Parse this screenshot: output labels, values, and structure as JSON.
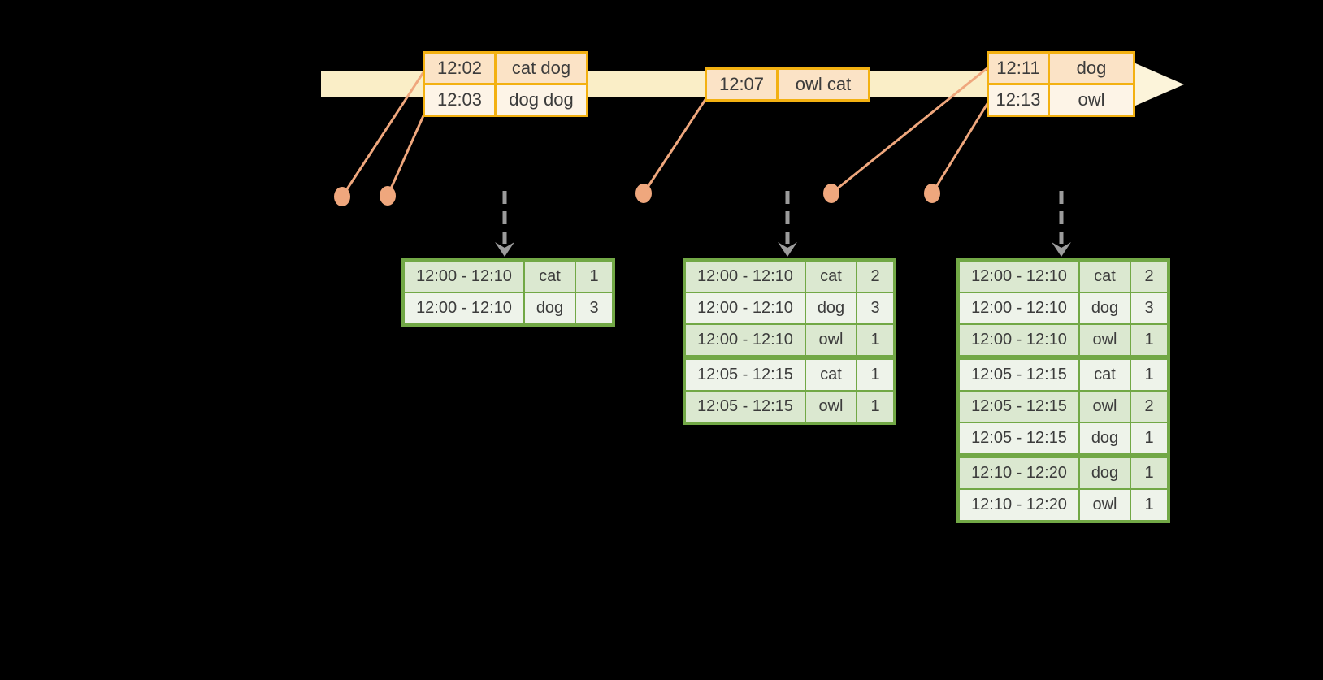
{
  "colors": {
    "background": "#000000",
    "timeline_band": "#FAEEC7",
    "timeline_arrowhead": "#FCF4DA",
    "event_border": "#F3B112",
    "event_row_dark": "#FBE3C6",
    "event_row_light": "#FDF4E7",
    "result_border": "#72A846",
    "result_row_dark": "#DBE8D0",
    "result_row_light": "#EEF3EA",
    "connector": "#EFA77D",
    "trigger_arrow": "#9C9C9C",
    "text": "#3C3C3C"
  },
  "icons": {
    "timeline_arrowhead": "right-arrow",
    "trigger_arrowhead": "down-arrow"
  },
  "event_tables": [
    {
      "name": "events-1",
      "rows": [
        {
          "time": "12:02",
          "words": "cat dog"
        },
        {
          "time": "12:03",
          "words": "dog dog"
        }
      ]
    },
    {
      "name": "events-2",
      "rows": [
        {
          "time": "12:07",
          "words": "owl cat"
        }
      ]
    },
    {
      "name": "events-3",
      "rows": [
        {
          "time": "12:11",
          "words": "dog"
        },
        {
          "time": "12:13",
          "words": "owl"
        }
      ]
    }
  ],
  "result_tables": [
    {
      "name": "result-1",
      "rows": [
        {
          "window": "12:00 - 12:10",
          "word": "cat",
          "count": "1"
        },
        {
          "window": "12:00 - 12:10",
          "word": "dog",
          "count": "3"
        }
      ]
    },
    {
      "name": "result-2",
      "rows": [
        {
          "window": "12:00 - 12:10",
          "word": "cat",
          "count": "2"
        },
        {
          "window": "12:00 - 12:10",
          "word": "dog",
          "count": "3"
        },
        {
          "window": "12:00 - 12:10",
          "word": "owl",
          "count": "1"
        },
        {
          "window": "12:05 - 12:15",
          "word": "cat",
          "count": "1"
        },
        {
          "window": "12:05 - 12:15",
          "word": "owl",
          "count": "1"
        }
      ]
    },
    {
      "name": "result-3",
      "rows": [
        {
          "window": "12:00 - 12:10",
          "word": "cat",
          "count": "2"
        },
        {
          "window": "12:00 - 12:10",
          "word": "dog",
          "count": "3"
        },
        {
          "window": "12:00 - 12:10",
          "word": "owl",
          "count": "1"
        },
        {
          "window": "12:05 - 12:15",
          "word": "cat",
          "count": "1"
        },
        {
          "window": "12:05 - 12:15",
          "word": "owl",
          "count": "2"
        },
        {
          "window": "12:05 - 12:15",
          "word": "dog",
          "count": "1"
        },
        {
          "window": "12:10 - 12:20",
          "word": "dog",
          "count": "1"
        },
        {
          "window": "12:10 - 12:20",
          "word": "owl",
          "count": "1"
        }
      ]
    }
  ]
}
